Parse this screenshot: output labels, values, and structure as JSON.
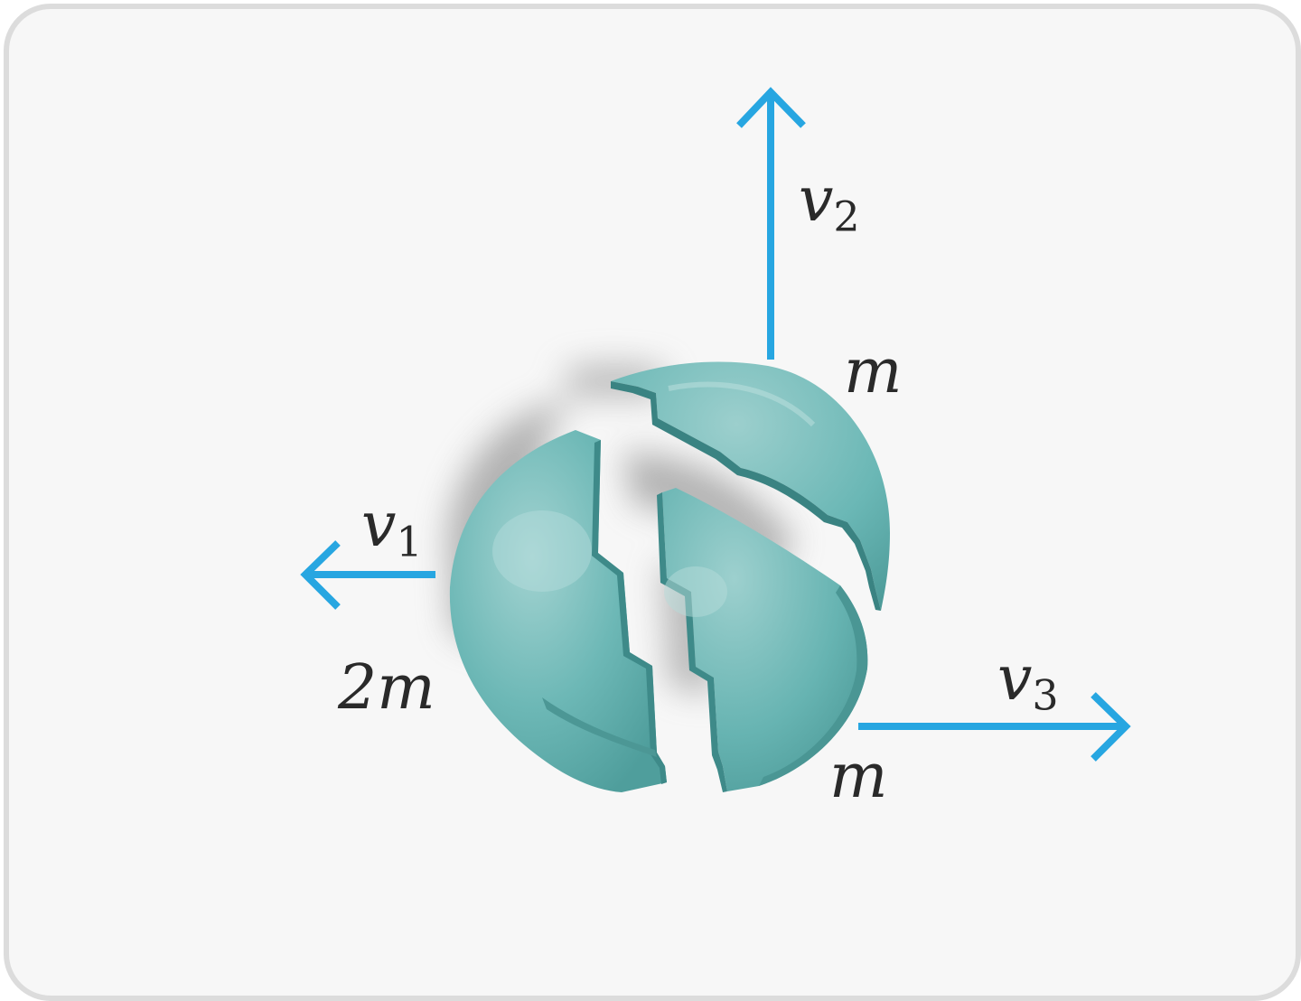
{
  "diagram": {
    "labels": {
      "v1": {
        "symbol": "v",
        "subscript": "1"
      },
      "v2": {
        "symbol": "v",
        "subscript": "2"
      },
      "v3": {
        "symbol": "v",
        "subscript": "3"
      },
      "mass_left": "2m",
      "mass_top": "m",
      "mass_bottom": "m"
    },
    "colors": {
      "arrow": "#27a6e1",
      "fragment": "#6ab7b5",
      "fragment_dark": "#3e8a89",
      "background": "#f7f7f7",
      "border": "#dcdcdc"
    },
    "icons": [
      "shattered-sphere-icon",
      "arrow-left-icon",
      "arrow-up-icon",
      "arrow-right-icon"
    ]
  }
}
